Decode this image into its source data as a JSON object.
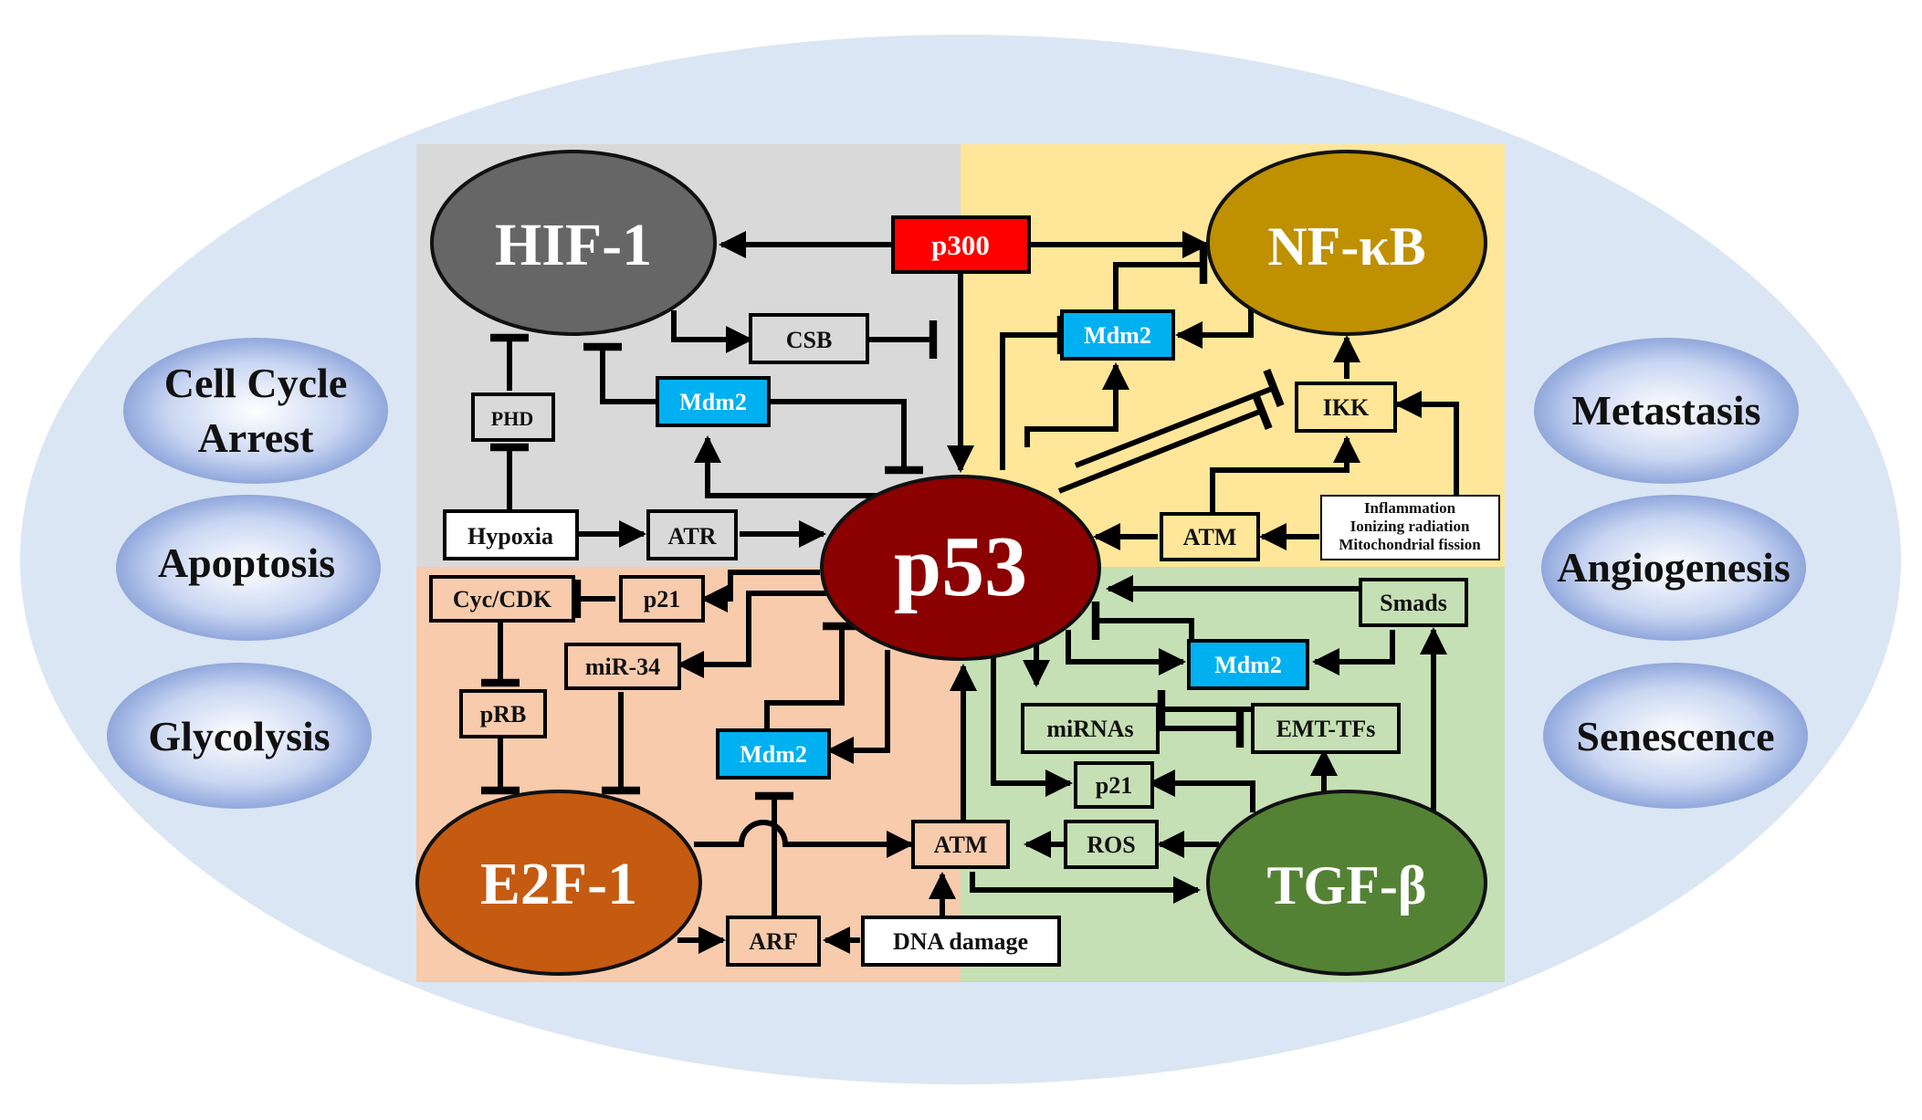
{
  "outcomes_left": [
    {
      "id": "cell-cycle-arrest",
      "lines": [
        "Cell Cycle",
        "Arrest"
      ]
    },
    {
      "id": "apoptosis",
      "lines": [
        "Apoptosis"
      ]
    },
    {
      "id": "glycolysis",
      "lines": [
        "Glycolysis"
      ]
    }
  ],
  "outcomes_right": [
    {
      "id": "metastasis",
      "lines": [
        "Metastasis"
      ]
    },
    {
      "id": "angiogenesis",
      "lines": [
        "Angiogenesis"
      ]
    },
    {
      "id": "senescence",
      "lines": [
        "Senescence"
      ]
    }
  ],
  "hubs": {
    "p53": "p53",
    "hif1": "HIF-1",
    "nfkb": "NF-κB",
    "e2f1": "E2F-1",
    "tgfb": "TGF-β"
  },
  "nodes": {
    "p300": "p300",
    "csb": "CSB",
    "phd": "PHD",
    "mdm2_hif": "Mdm2",
    "hypoxia": "Hypoxia",
    "atr": "ATR",
    "mdm2_nfkb": "Mdm2",
    "ikk": "IKK",
    "atm_nfkb": "ATM",
    "stress_lines": [
      "Inflammation",
      "Ionizing radiation",
      "Mitochondrial fission"
    ],
    "cyc_cdk": "Cyc/CDK",
    "p21_e2f": "p21",
    "mir34": "miR-34",
    "prb": "pRB",
    "mdm2_e2f": "Mdm2",
    "atm_mid": "ATM",
    "arf": "ARF",
    "dna_damage": "DNA damage",
    "smads": "Smads",
    "mdm2_tgf": "Mdm2",
    "mirnas": "miRNAs",
    "emt_tfs": "EMT-TFs",
    "p21_tgf": "p21",
    "ros": "ROS"
  },
  "colors": {
    "outer_ellipse": "#dbe6f4",
    "quadrant_hif": "#d9d9d9",
    "quadrant_nfkb": "#ffe699",
    "quadrant_e2f": "#f8cbad",
    "quadrant_tgf": "#c5e0b4",
    "hub_p53": "#8b0000",
    "hub_hif": "#666666",
    "hub_nfkb": "#bf9000",
    "hub_e2f": "#c55a11",
    "hub_tgf": "#548235",
    "p300": "#ff0000",
    "mdm2": "#00b0f0"
  }
}
